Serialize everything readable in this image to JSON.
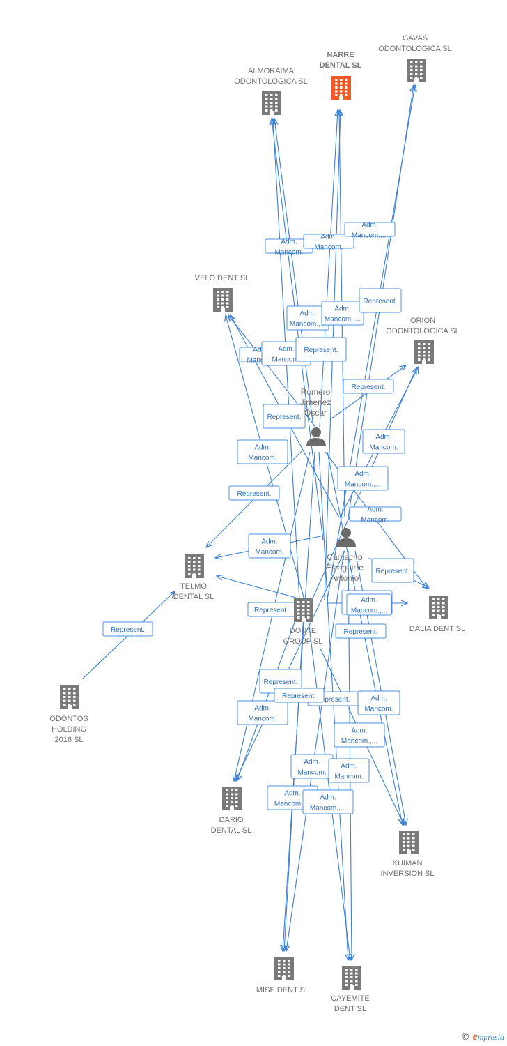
{
  "colors": {
    "edge": "#3b7fd6",
    "label_border": "#4a90e2",
    "label_text": "#2d6fc2",
    "label_bg": "#ffffff",
    "company": "#7a7a7a",
    "company_highlight": "#f05a28",
    "person": "#6b6b6b",
    "node_text": "#707070",
    "node_text_highlight": "#777777"
  },
  "nodes": [
    {
      "id": "narre",
      "type": "company",
      "highlight": true,
      "lines": [
        "NARRE",
        "DENTAL  SL"
      ]
    },
    {
      "id": "gavas",
      "type": "company",
      "lines": [
        "GAVAS",
        "ODONTOLOGICA SL"
      ]
    },
    {
      "id": "almoraima",
      "type": "company",
      "lines": [
        "ALMORAIMA",
        "ODONTOLOGICA SL"
      ]
    },
    {
      "id": "velo",
      "type": "company",
      "lines": [
        "VELO DENT SL"
      ]
    },
    {
      "id": "orion",
      "type": "company",
      "lines": [
        "ORION",
        "ODONTOLOGICA SL"
      ]
    },
    {
      "id": "romero",
      "type": "person",
      "lines": [
        "Romero",
        "Jimenez",
        "Oscar"
      ]
    },
    {
      "id": "camacho",
      "type": "person",
      "lines": [
        "Camacho",
        "Eizaguirre",
        "Antonio"
      ]
    },
    {
      "id": "telmo",
      "type": "company",
      "lines": [
        "TELMO",
        "DENTAL SL"
      ]
    },
    {
      "id": "donte",
      "type": "company",
      "lines": [
        "DONTE",
        "GROUP  SL"
      ]
    },
    {
      "id": "dalia",
      "type": "company",
      "lines": [
        "DALIA DENT SL"
      ]
    },
    {
      "id": "odontos",
      "type": "company",
      "lines": [
        "ODONTOS",
        "HOLDING",
        "2016  SL"
      ]
    },
    {
      "id": "dario",
      "type": "company",
      "lines": [
        "DARIO",
        "DENTAL SL"
      ]
    },
    {
      "id": "kuiman",
      "type": "company",
      "lines": [
        "KUIMAN",
        "INVERSION SL"
      ]
    },
    {
      "id": "mise",
      "type": "company",
      "lines": [
        "MISE DENT SL"
      ]
    },
    {
      "id": "cayemite",
      "type": "company",
      "lines": [
        "CAYEMITE",
        "DENT SL"
      ]
    }
  ],
  "edge_labels": [
    {
      "lines": [
        "Represent."
      ]
    },
    {
      "lines": [
        "Represent."
      ]
    },
    {
      "lines": [
        "Represent."
      ]
    },
    {
      "lines": [
        "Adm.",
        "Mancom."
      ]
    },
    {
      "lines": [
        "Adm.",
        "Mancom."
      ]
    },
    {
      "lines": [
        "Adm.",
        "Mancom."
      ]
    },
    {
      "lines": [
        "Represent."
      ]
    },
    {
      "lines": [
        "Adm.",
        "Mancom."
      ]
    },
    {
      "lines": [
        "Adm.",
        "Mancom.,..."
      ]
    },
    {
      "lines": [
        "Represent."
      ]
    },
    {
      "lines": [
        "Adm.",
        "Mancom."
      ]
    },
    {
      "lines": [
        "Adm.",
        "Mancom.,..."
      ]
    },
    {
      "lines": [
        "Adm.",
        "Mancom."
      ]
    },
    {
      "lines": [
        "Adm.",
        "Mancom.,..."
      ]
    },
    {
      "lines": [
        "Represent."
      ]
    },
    {
      "lines": [
        "Represent."
      ]
    },
    {
      "lines": [
        "Adm.",
        "Mancom."
      ]
    },
    {
      "lines": [
        "Adm.",
        "Mancom.,..."
      ]
    },
    {
      "lines": [
        "Adm.",
        "Mancom."
      ]
    },
    {
      "lines": [
        "Represent."
      ]
    },
    {
      "lines": [
        "Adm.",
        "Mancom.,..."
      ]
    },
    {
      "lines": [
        "Represent."
      ]
    },
    {
      "lines": [
        "Represent."
      ]
    },
    {
      "lines": [
        "Adm.",
        "Mancom."
      ]
    },
    {
      "lines": [
        "Represent."
      ]
    },
    {
      "lines": [
        "Represent."
      ]
    },
    {
      "lines": [
        "Adm.",
        "Mancom."
      ]
    },
    {
      "lines": [
        "Adm.",
        "Mancom.,..."
      ]
    },
    {
      "lines": [
        "Adm.",
        "Mancom.,..."
      ]
    },
    {
      "lines": [
        "Adm.",
        "Mancom."
      ]
    },
    {
      "lines": [
        "Adm.",
        "Mancom."
      ]
    },
    {
      "lines": [
        "Adm.",
        "Mancom.,..."
      ]
    },
    {
      "lines": [
        "Adm.",
        "Mancom.,..."
      ]
    }
  ],
  "footer": {
    "copyright_symbol": "©",
    "brand_initial": "e",
    "brand_rest": "mpresia"
  }
}
